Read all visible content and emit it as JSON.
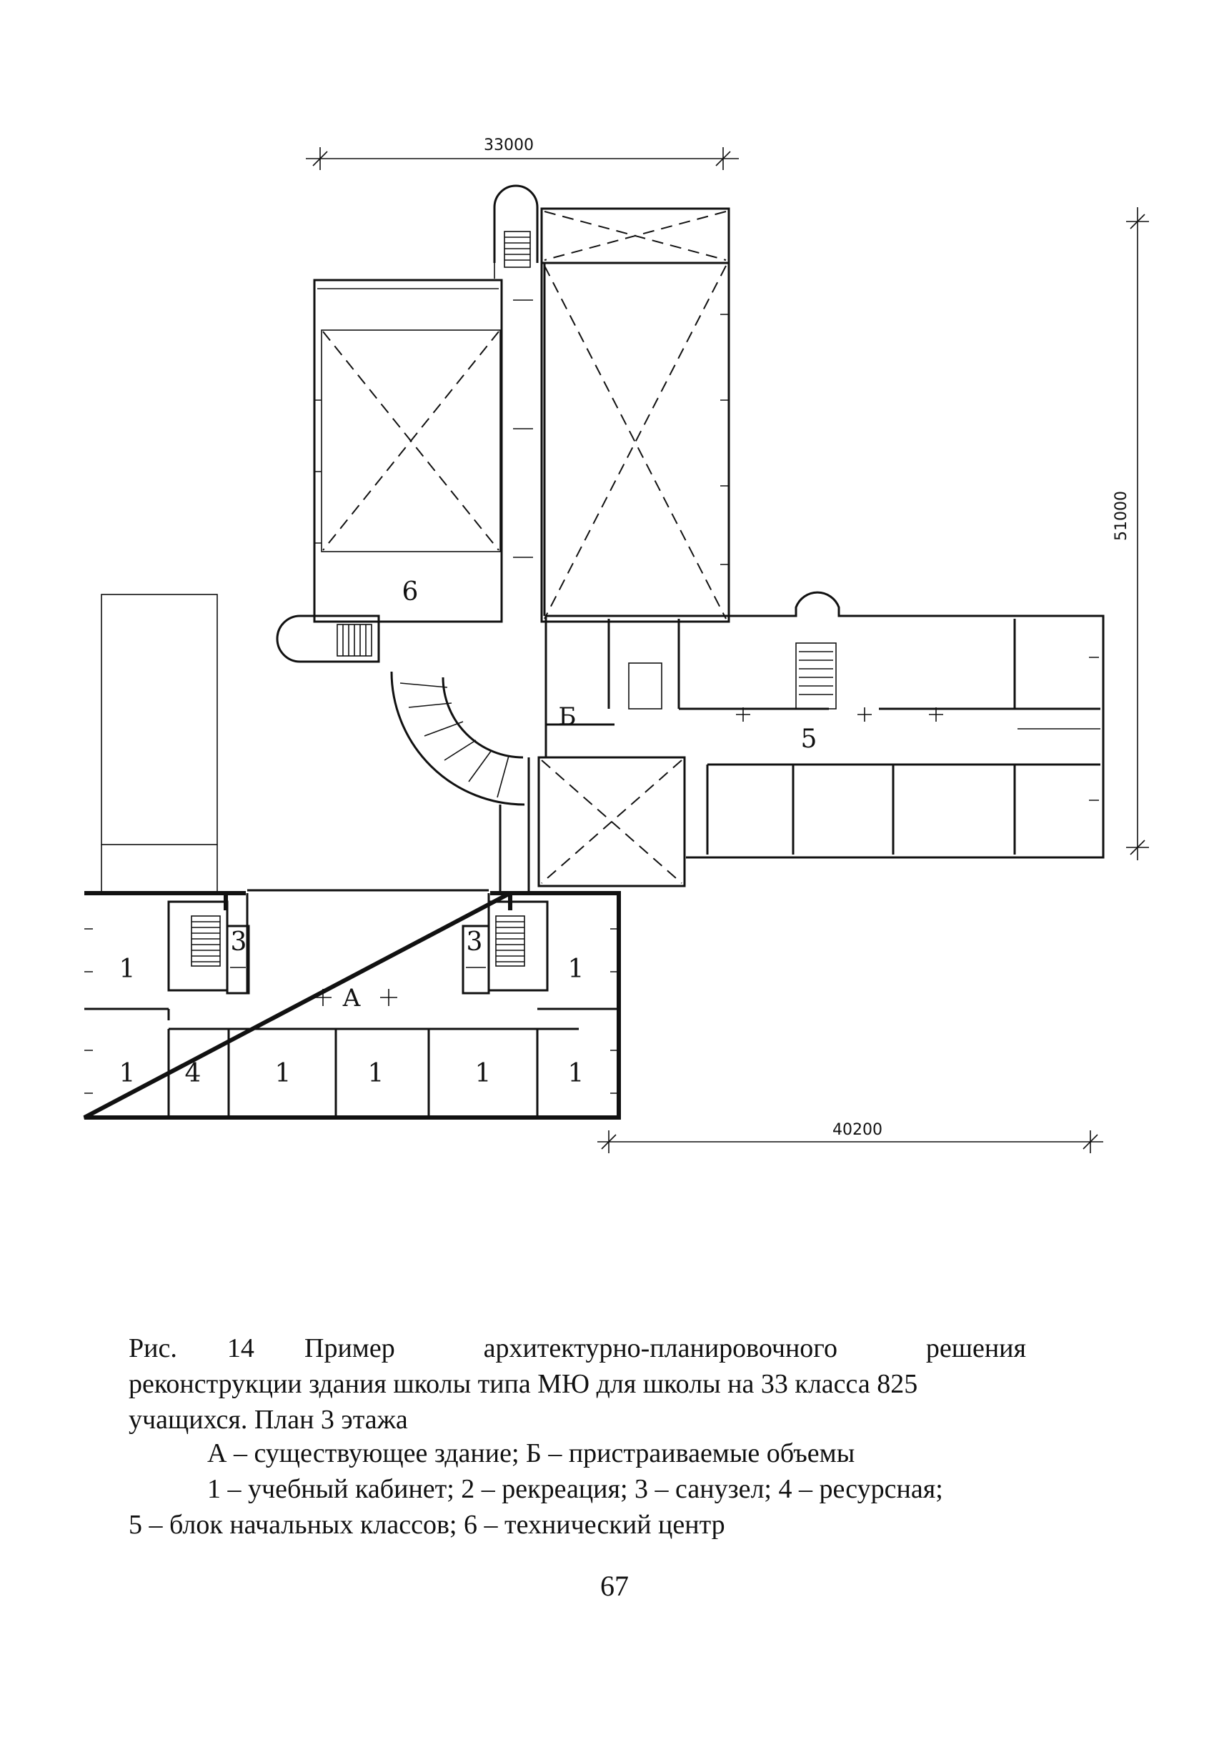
{
  "dimensions": {
    "top_width": "33000",
    "right_height": "51000",
    "bottom_width": "40200"
  },
  "rooms": {
    "r1": "1",
    "r3": "3",
    "r4": "4",
    "r5": "5",
    "r6": "6"
  },
  "zones": {
    "existing": "А",
    "extension": "Б"
  },
  "caption": {
    "figure_label": "Рис.",
    "figure_number": "14",
    "line1_rest": "Пример архитектурно-планировочного решения",
    "line2": "реконструкции здания школы типа МЮ для школы на 33 класса 825",
    "line3": "учащихся. План  3 этажа",
    "legend_zones": "А – существующее здание; Б – пристраиваемые объемы",
    "legend_rooms_1": "1 – учебный кабинет; 2 – рекреация; 3 – санузел; 4 – ресурсная;",
    "legend_rooms_2": "5 – блок начальных классов; 6 – технический центр"
  },
  "page_number": "67"
}
